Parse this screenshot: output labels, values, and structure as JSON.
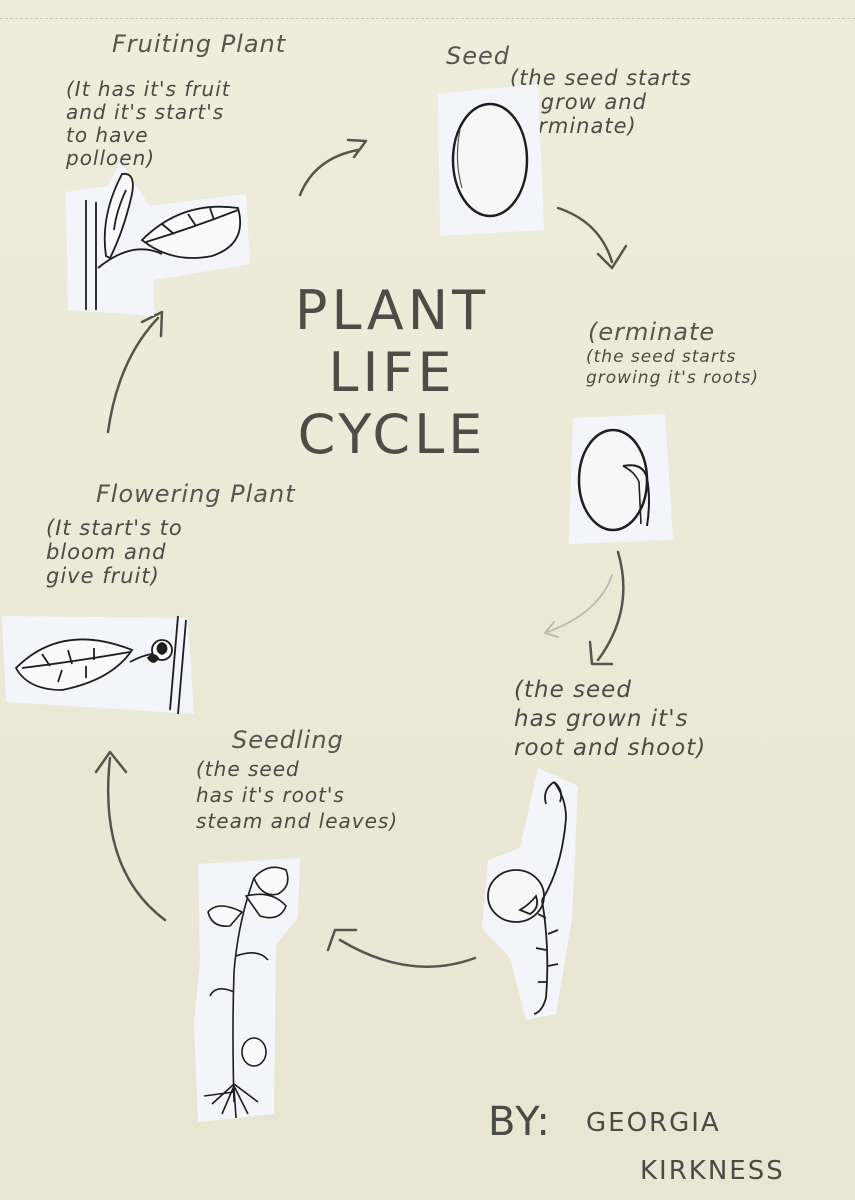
{
  "title": {
    "line1": "PLANT",
    "line2": "LIFE",
    "line3": "CYCLE"
  },
  "stages": {
    "seed": {
      "heading": "Seed",
      "note": "(the seed starts\nto grow and\ngerminate)"
    },
    "germinate": {
      "heading": "(erminate",
      "note": "(the seed starts\ngrowing it's roots)"
    },
    "root_shoot": {
      "heading": "",
      "note": "(the seed\nhas grown it's\nroot and shoot)"
    },
    "seedling": {
      "heading": "Seedling",
      "note": "(the seed\nhas it's root's\nsteam and leaves)"
    },
    "flowering": {
      "heading": "Flowering Plant",
      "note": "(It start's to\nbloom and\ngive fruit)"
    },
    "fruiting": {
      "heading": "Fruiting Plant",
      "note": "(It has it's fruit\nand it's start's\nto have\npolloen)"
    }
  },
  "byline": {
    "by": "BY:",
    "first_name": "GEORGIA",
    "last_name": "KIRKNESS"
  },
  "colors": {
    "paper": "#ebe9d6",
    "cutout": "#f4f4fb",
    "ink": "#4a4a46",
    "drawing": "#1e1e1e"
  }
}
